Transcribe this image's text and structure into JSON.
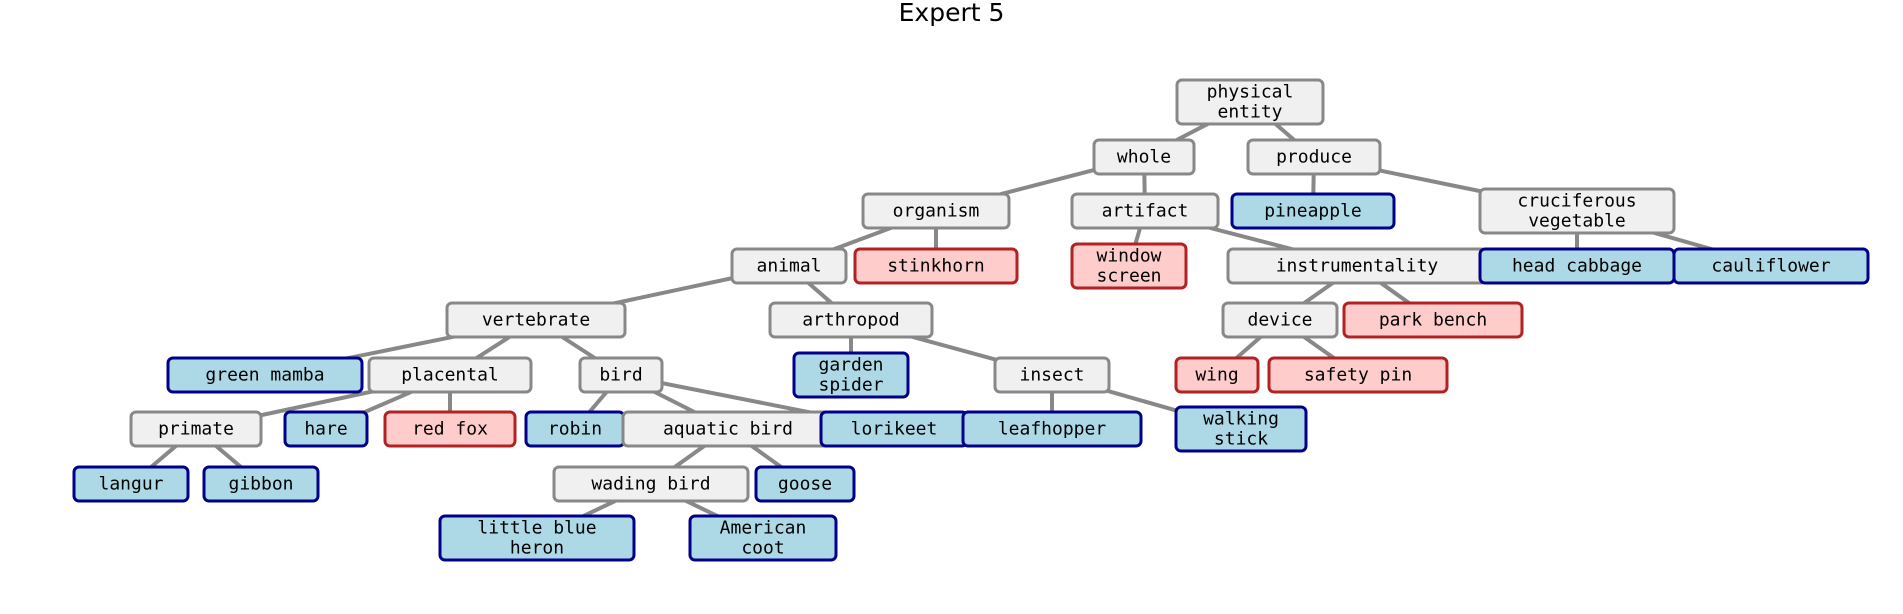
{
  "title": "Expert 5",
  "colors": {
    "internal_fill": "#f0f0f0",
    "internal_stroke": "#888888",
    "positive_fill": "#add8e6",
    "positive_stroke": "#00008b",
    "negative_fill": "#ffcccc",
    "negative_stroke": "#b22222",
    "edge": "#888888"
  },
  "nodes": [
    {
      "id": "physical-entity",
      "lines": [
        "physical",
        "entity"
      ],
      "kind": "internal"
    },
    {
      "id": "whole",
      "lines": [
        "whole"
      ],
      "kind": "internal"
    },
    {
      "id": "produce",
      "lines": [
        "produce"
      ],
      "kind": "internal"
    },
    {
      "id": "organism",
      "lines": [
        "organism"
      ],
      "kind": "internal"
    },
    {
      "id": "artifact",
      "lines": [
        "artifact"
      ],
      "kind": "internal"
    },
    {
      "id": "pineapple",
      "lines": [
        "pineapple"
      ],
      "kind": "pos"
    },
    {
      "id": "cruciferous-vegetable",
      "lines": [
        "cruciferous",
        "vegetable"
      ],
      "kind": "internal"
    },
    {
      "id": "animal",
      "lines": [
        "animal"
      ],
      "kind": "internal"
    },
    {
      "id": "stinkhorn",
      "lines": [
        "stinkhorn"
      ],
      "kind": "neg"
    },
    {
      "id": "window-screen",
      "lines": [
        "window",
        "screen"
      ],
      "kind": "neg"
    },
    {
      "id": "instrumentality",
      "lines": [
        "instrumentality"
      ],
      "kind": "internal"
    },
    {
      "id": "head-cabbage",
      "lines": [
        "head cabbage"
      ],
      "kind": "pos"
    },
    {
      "id": "cauliflower",
      "lines": [
        "cauliflower"
      ],
      "kind": "pos"
    },
    {
      "id": "vertebrate",
      "lines": [
        "vertebrate"
      ],
      "kind": "internal"
    },
    {
      "id": "arthropod",
      "lines": [
        "arthropod"
      ],
      "kind": "internal"
    },
    {
      "id": "device",
      "lines": [
        "device"
      ],
      "kind": "internal"
    },
    {
      "id": "park-bench",
      "lines": [
        "park bench"
      ],
      "kind": "neg"
    },
    {
      "id": "green-mamba",
      "lines": [
        "green mamba"
      ],
      "kind": "pos"
    },
    {
      "id": "placental",
      "lines": [
        "placental"
      ],
      "kind": "internal"
    },
    {
      "id": "bird",
      "lines": [
        "bird"
      ],
      "kind": "internal"
    },
    {
      "id": "garden-spider",
      "lines": [
        "garden",
        "spider"
      ],
      "kind": "pos"
    },
    {
      "id": "insect",
      "lines": [
        "insect"
      ],
      "kind": "internal"
    },
    {
      "id": "wing",
      "lines": [
        "wing"
      ],
      "kind": "neg"
    },
    {
      "id": "safety-pin",
      "lines": [
        "safety pin"
      ],
      "kind": "neg"
    },
    {
      "id": "primate",
      "lines": [
        "primate"
      ],
      "kind": "internal"
    },
    {
      "id": "hare",
      "lines": [
        "hare"
      ],
      "kind": "pos"
    },
    {
      "id": "red-fox",
      "lines": [
        "red fox"
      ],
      "kind": "neg"
    },
    {
      "id": "robin",
      "lines": [
        "robin"
      ],
      "kind": "pos"
    },
    {
      "id": "aquatic-bird",
      "lines": [
        "aquatic bird"
      ],
      "kind": "internal"
    },
    {
      "id": "lorikeet",
      "lines": [
        "lorikeet"
      ],
      "kind": "pos"
    },
    {
      "id": "leafhopper",
      "lines": [
        "leafhopper"
      ],
      "kind": "pos"
    },
    {
      "id": "walking-stick",
      "lines": [
        "walking",
        "stick"
      ],
      "kind": "pos"
    },
    {
      "id": "langur",
      "lines": [
        "langur"
      ],
      "kind": "pos"
    },
    {
      "id": "gibbon",
      "lines": [
        "gibbon"
      ],
      "kind": "pos"
    },
    {
      "id": "wading-bird",
      "lines": [
        "wading bird"
      ],
      "kind": "internal"
    },
    {
      "id": "goose",
      "lines": [
        "goose"
      ],
      "kind": "pos"
    },
    {
      "id": "little-blue-heron",
      "lines": [
        "little blue",
        "heron"
      ],
      "kind": "pos"
    },
    {
      "id": "american-coot",
      "lines": [
        "American",
        "coot"
      ],
      "kind": "pos"
    }
  ],
  "edges": [
    [
      "physical-entity",
      "whole"
    ],
    [
      "physical-entity",
      "produce"
    ],
    [
      "whole",
      "organism"
    ],
    [
      "whole",
      "artifact"
    ],
    [
      "produce",
      "pineapple"
    ],
    [
      "produce",
      "cruciferous-vegetable"
    ],
    [
      "organism",
      "animal"
    ],
    [
      "organism",
      "stinkhorn"
    ],
    [
      "artifact",
      "window-screen"
    ],
    [
      "artifact",
      "instrumentality"
    ],
    [
      "cruciferous-vegetable",
      "head-cabbage"
    ],
    [
      "cruciferous-vegetable",
      "cauliflower"
    ],
    [
      "animal",
      "vertebrate"
    ],
    [
      "animal",
      "arthropod"
    ],
    [
      "instrumentality",
      "device"
    ],
    [
      "instrumentality",
      "park-bench"
    ],
    [
      "vertebrate",
      "green-mamba"
    ],
    [
      "vertebrate",
      "placental"
    ],
    [
      "vertebrate",
      "bird"
    ],
    [
      "arthropod",
      "garden-spider"
    ],
    [
      "arthropod",
      "insect"
    ],
    [
      "device",
      "wing"
    ],
    [
      "device",
      "safety-pin"
    ],
    [
      "placental",
      "primate"
    ],
    [
      "placental",
      "hare"
    ],
    [
      "placental",
      "red-fox"
    ],
    [
      "bird",
      "robin"
    ],
    [
      "bird",
      "aquatic-bird"
    ],
    [
      "bird",
      "lorikeet"
    ],
    [
      "insect",
      "leafhopper"
    ],
    [
      "insect",
      "walking-stick"
    ],
    [
      "primate",
      "langur"
    ],
    [
      "primate",
      "gibbon"
    ],
    [
      "aquatic-bird",
      "wading-bird"
    ],
    [
      "aquatic-bird",
      "goose"
    ],
    [
      "wading-bird",
      "little-blue-heron"
    ],
    [
      "wading-bird",
      "american-coot"
    ]
  ]
}
